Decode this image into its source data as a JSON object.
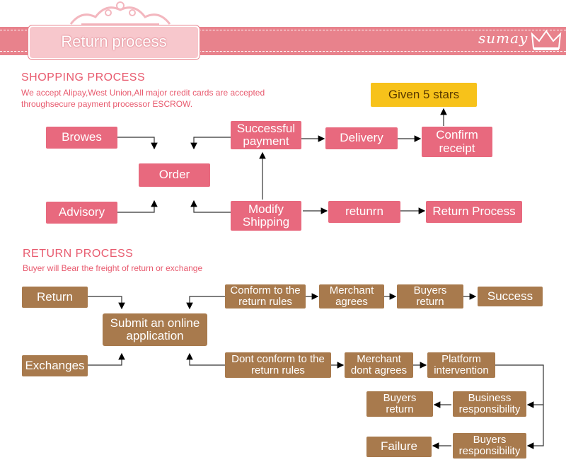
{
  "header": {
    "title": "Return process",
    "brand": "sumay"
  },
  "shopping": {
    "title": "SHOPPING PROCESS",
    "subtitle_line1": "We accept Alipay,West Union,All major credit cards are accepted",
    "subtitle_line2": "throughsecure payment processor ESCROW.",
    "nodes": {
      "browes": "Browes",
      "advisory": "Advisory",
      "order": "Order",
      "successful_payment_1": "Successful",
      "successful_payment_2": "payment",
      "modify_shipping_1": "Modify",
      "modify_shipping_2": "Shipping",
      "delivery": "Delivery",
      "confirm_receipt_1": "Confirm",
      "confirm_receipt_2": "receipt",
      "given_5_stars": "Given 5 stars",
      "returnrn": "retunrn",
      "return_process": "Return Process"
    }
  },
  "return": {
    "title": "RETURN PROCESS",
    "subtitle": "Buyer will Bear the freight of return or exchange",
    "nodes": {
      "return": "Return",
      "exchanges": "Exchanges",
      "submit_1": "Submit an online",
      "submit_2": "application",
      "conform_1": "Conform to the",
      "conform_2": "return rules",
      "merchant_agrees_1": "Merchant",
      "merchant_agrees_2": "agrees",
      "buyers_return_1": "Buyers",
      "buyers_return_2": "return",
      "success": "Success",
      "dont_conform_1": "Dont conform to the",
      "dont_conform_2": "return rules",
      "merchant_dont_1": "Merchant",
      "merchant_dont_2": "dont agrees",
      "platform_1": "Platform",
      "platform_2": "intervention",
      "business_resp_1": "Business",
      "business_resp_2": "responsibility",
      "buyers_return_b_1": "Buyers",
      "buyers_return_b_2": "return",
      "buyers_resp_1": "Buyers",
      "buyers_resp_2": "responsibility",
      "failure": "Failure"
    }
  },
  "colors": {
    "pink": "#e8697e",
    "brown": "#a87a4d",
    "gold": "#f7c21a",
    "banner": "#e8828c"
  },
  "icons": [
    "lace-ornament-icon",
    "crown-icon"
  ]
}
